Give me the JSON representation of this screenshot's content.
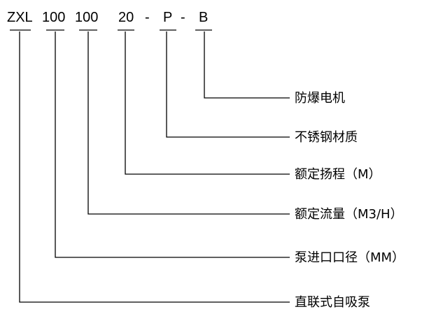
{
  "model_code": {
    "segments": [
      {
        "id": "zxl",
        "text": "ZXL"
      },
      {
        "id": "inlet",
        "text": "100"
      },
      {
        "id": "flow",
        "text": "100"
      },
      {
        "id": "head",
        "text": "20"
      },
      {
        "id": "sep1",
        "text": "-"
      },
      {
        "id": "material",
        "text": "P"
      },
      {
        "id": "sep2",
        "text": "-"
      },
      {
        "id": "motor",
        "text": "B"
      }
    ]
  },
  "labels": [
    {
      "id": "motor",
      "text": "防爆电机"
    },
    {
      "id": "material",
      "text": "不锈钢材质"
    },
    {
      "id": "head",
      "text": "额定扬程（M）"
    },
    {
      "id": "flow",
      "text": "额定流量（M3/H）"
    },
    {
      "id": "inlet",
      "text": "泵进口口径（MM）"
    },
    {
      "id": "zxl",
      "text": "直联式自吸泵"
    }
  ]
}
